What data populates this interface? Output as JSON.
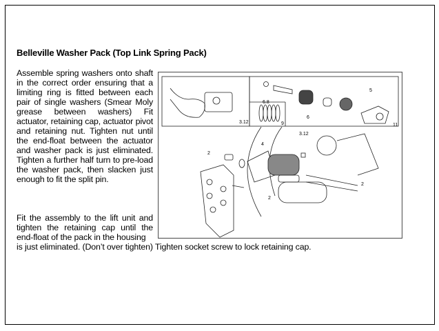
{
  "title": "Belleville Washer Pack (Top Link Spring Pack)",
  "paragraph1": "Assemble spring washers onto shaft in the correct order ensuring that a limiting ring is fitted between each pair of single washers (Smear Moly grease between washers) Fit actuator, retaining cap, actuator pivot and retaining nut. Tighten nut until the end-float between the actuator and washer pack is just eliminated. Tighten a further half turn to pre-load the washer pack, then slacken just enough to fit the split pin.",
  "paragraph2": "Fit the assembly to the lift unit and tighten the retaining cap until the end-float of the pack in the housing",
  "paragraph2_last": "is just eliminated. (Don’t over tighten) Tighten socket screw to lock retaining cap.",
  "figure": {
    "labels": {
      "inset_hand": "3.12",
      "parts_68": "6.8",
      "washers": "9",
      "part6": "6",
      "part5": "5",
      "part11": "11",
      "main_312": "3.12",
      "part4": "4",
      "part2a": "2",
      "part2b": "2",
      "part2c": "2"
    }
  }
}
